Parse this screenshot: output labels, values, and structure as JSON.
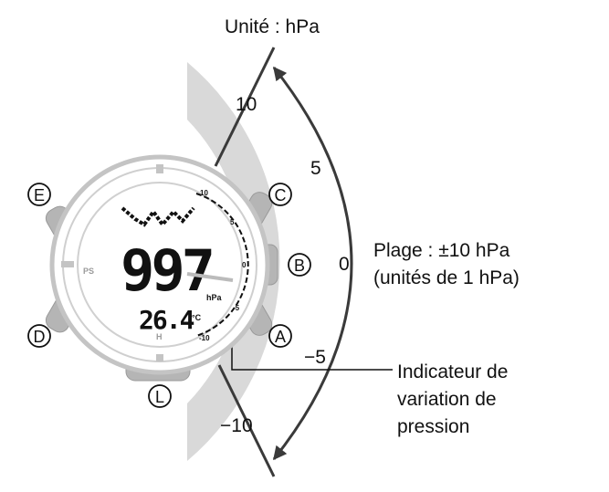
{
  "unit_label": "Unité : hPa",
  "scale_ticks": [
    "10",
    "5",
    "0",
    "−5",
    "−10"
  ],
  "range_label_line1": "Plage : ±10 hPa",
  "range_label_line2": "(unités de 1 hPa)",
  "indicator_label": [
    "Indicateur de",
    "variation de",
    "pression"
  ],
  "buttons": {
    "e": "E",
    "c": "C",
    "b": "B",
    "a": "A",
    "d": "D",
    "l": "L"
  },
  "watch": {
    "pressure_value": "997",
    "pressure_unit": "hPa",
    "temperature_value": "26.4",
    "temperature_unit": "°C",
    "ps_label": "PS",
    "h_label": "H",
    "mini_scale": [
      "10",
      "5",
      "0",
      "-5",
      "-10"
    ]
  },
  "colors": {
    "band": "#d9d9d9",
    "arrow": "#3a3a3a",
    "watch_outline": "#bdbdbd",
    "button": "#b5b5b5"
  }
}
